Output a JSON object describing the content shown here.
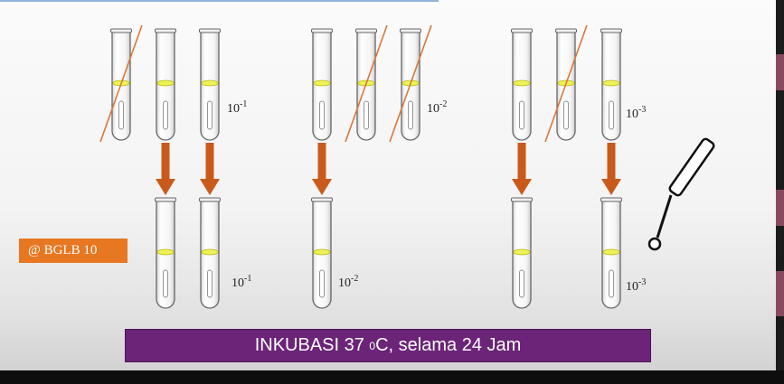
{
  "dilutions_top": [
    "10-1",
    "10-2",
    "10-3"
  ],
  "dilutions_bottom": [
    "10-1",
    "10-2",
    "10-3"
  ],
  "medium_label": "@ BGLB 10",
  "incubation_text": "INKUBASI 37 0C, selama 24 Jam",
  "label_parts": {
    "top_1": {
      "base": "10",
      "exp": "-1"
    },
    "top_2": {
      "base": "10",
      "exp": "-2"
    },
    "top_3": {
      "base": "10",
      "exp": "-3"
    },
    "bottom_1": {
      "base": "10",
      "exp": "-1"
    },
    "bottom_2": {
      "base": "10",
      "exp": "-2"
    },
    "bottom_3": {
      "base": "10",
      "exp": "-3"
    }
  },
  "banner_parts": {
    "before": "INKUBASI 37 ",
    "sup": "0",
    "after": "C, selama 24 Jam"
  },
  "colors": {
    "liquid": "#eef25a",
    "strike": "#d9773a",
    "arrow": "#c95a1c",
    "banner": "#6b2478",
    "medium_box": "#e87722"
  },
  "icons": [
    "test-tube-icon",
    "down-arrow-icon",
    "inoculating-loop-icon"
  ]
}
